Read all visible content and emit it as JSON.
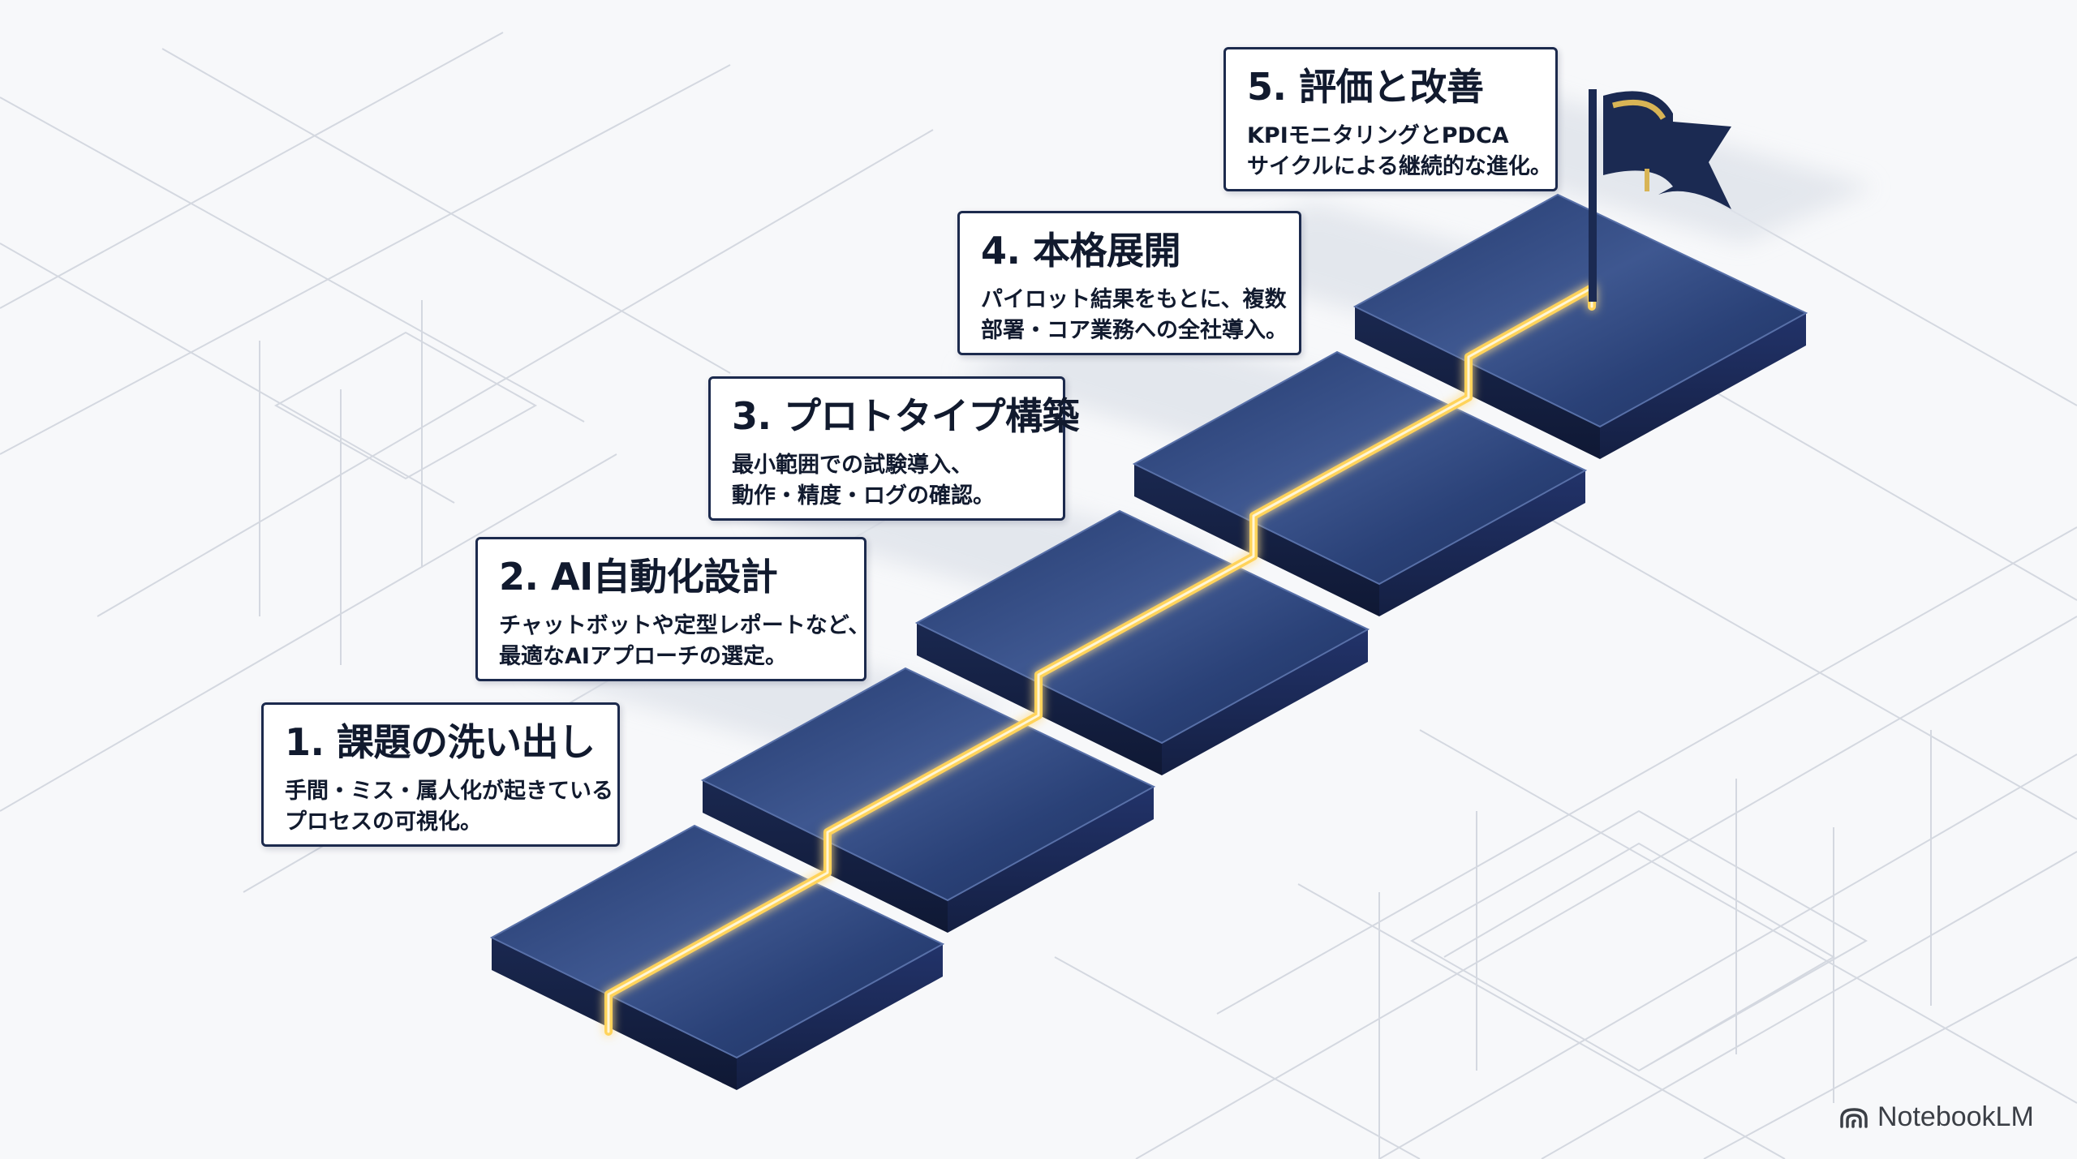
{
  "steps": [
    {
      "title": "1. 課題の洗い出し",
      "desc_line1": "手間・ミス・属人化が起きている",
      "desc_line2": "プロセスの可視化。"
    },
    {
      "title": "2. AI自動化設計",
      "desc_line1": "チャットボットや定型レポートなど、",
      "desc_line2": "最適なAIアプローチの選定。"
    },
    {
      "title": "3. プロトタイプ構築",
      "desc_line1": "最小範囲での試験導入、",
      "desc_line2": "動作・精度・ログの確認。"
    },
    {
      "title": "4. 本格展開",
      "desc_line1": "パイロット結果をもとに、複数",
      "desc_line2": "部署・コア業務への全社導入。"
    },
    {
      "title": "5. 評価と改善",
      "desc_line1": "KPIモニタリングとPDCA",
      "desc_line2": "サイクルによる継続的な進化。"
    }
  ],
  "brand": {
    "name": "NotebookLM"
  },
  "colors": {
    "background": "#f7f8fa",
    "step_top": "#243a6e",
    "step_top_light": "#3e5790",
    "step_side": "#141f3d",
    "path_glow": "#ffd35a",
    "flag": "#1b2a52",
    "flag_trim": "#d8b455",
    "card_border": "#1c2a4d"
  },
  "icons": {
    "brand": "notebooklm-logo-icon",
    "goal": "flag-icon"
  }
}
